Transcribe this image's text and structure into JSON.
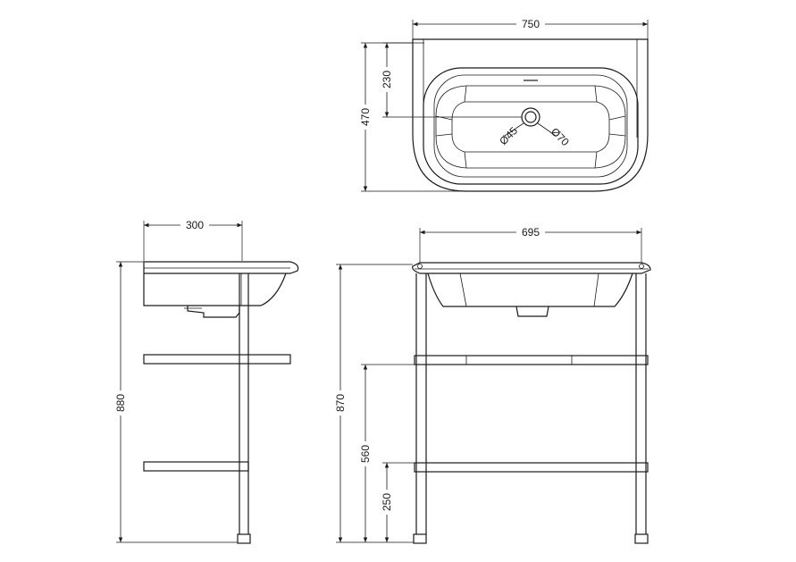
{
  "dimensions": {
    "top_width": "750",
    "top_depth": "470",
    "tap_offset": "230",
    "waste_diameter": "Ø45",
    "overflow_diameter": "Ø70",
    "side_depth": "300",
    "side_height": "880",
    "front_width": "695",
    "front_height": "870",
    "shelf_upper_height": "560",
    "shelf_lower_height": "250"
  },
  "colors": {
    "ink": "#1a1a1a",
    "background": "#ffffff"
  }
}
